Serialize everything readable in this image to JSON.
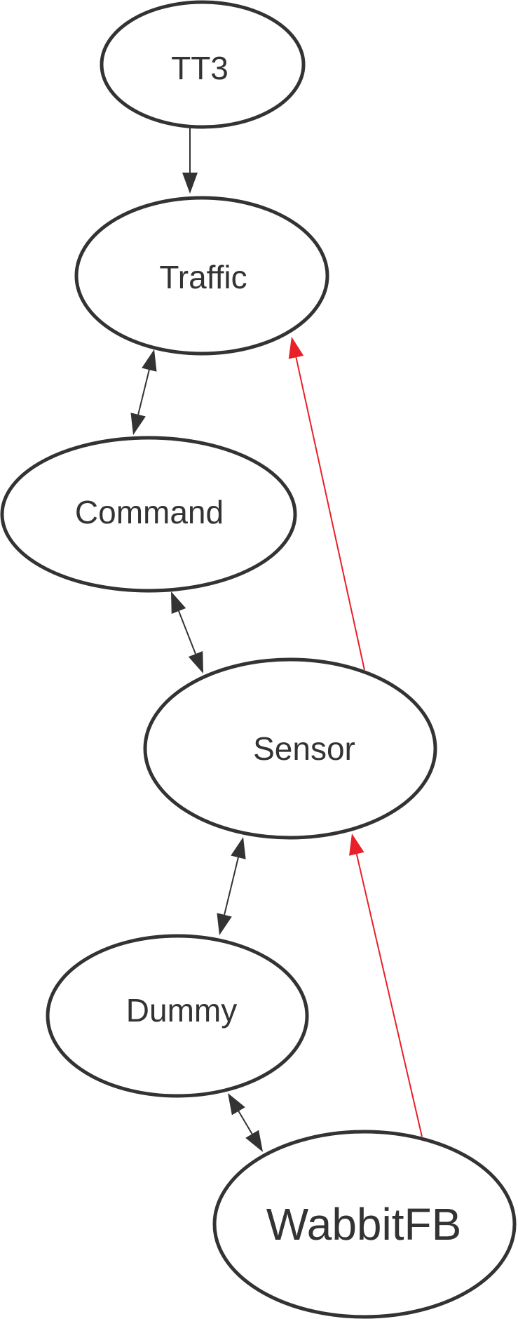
{
  "diagram": {
    "nodes": [
      {
        "id": "tt3",
        "label": "TT3"
      },
      {
        "id": "traffic",
        "label": "Traffic"
      },
      {
        "id": "command",
        "label": "Command"
      },
      {
        "id": "sensor",
        "label": "Sensor"
      },
      {
        "id": "dummy",
        "label": "Dummy"
      },
      {
        "id": "wabbitfb",
        "label": "WabbitFB"
      }
    ],
    "edges": [
      {
        "from": "tt3",
        "to": "traffic",
        "direction": "forward",
        "color": "#333333"
      },
      {
        "from": "traffic",
        "to": "command",
        "direction": "both",
        "color": "#333333"
      },
      {
        "from": "command",
        "to": "sensor",
        "direction": "both",
        "color": "#333333"
      },
      {
        "from": "sensor",
        "to": "traffic",
        "direction": "forward",
        "color": "#e8202a"
      },
      {
        "from": "sensor",
        "to": "dummy",
        "direction": "both",
        "color": "#333333"
      },
      {
        "from": "dummy",
        "to": "wabbitfb",
        "direction": "both",
        "color": "#333333"
      },
      {
        "from": "wabbitfb",
        "to": "sensor",
        "direction": "forward",
        "color": "#e8202a"
      }
    ],
    "colors": {
      "node_stroke": "#333333",
      "default_edge": "#333333",
      "highlight_edge": "#e8202a"
    }
  }
}
